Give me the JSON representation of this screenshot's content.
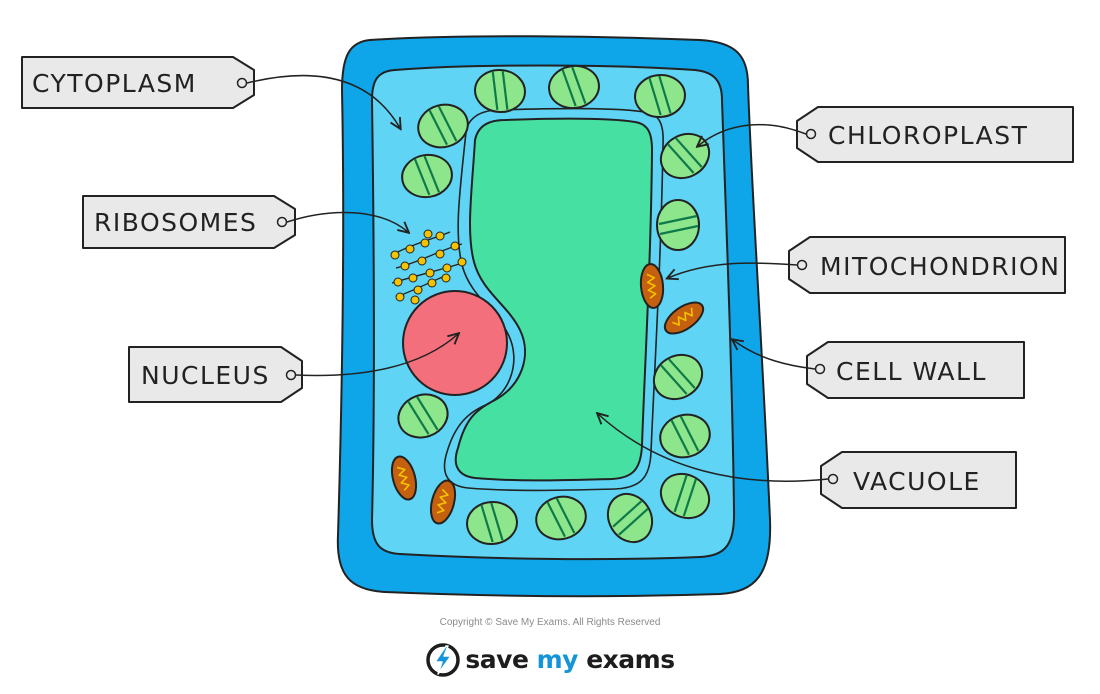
{
  "labels": {
    "cytoplasm": "CYTOPLASM",
    "chloroplast": "CHLOROPLAST",
    "ribosomes": "RIBOSOMES",
    "mitochondrion": "MITOCHONDRION",
    "nucleus": "NUCLEUS",
    "cell_wall": "CELL WALL",
    "vacuole": "VACUOLE"
  },
  "footer": {
    "copyright": "Copyright © Save My Exams. All Rights Reserved",
    "logo_word_1": "save",
    "logo_word_2": "my",
    "logo_word_3": "exams"
  },
  "colors": {
    "cell_wall": "#0ea5e9",
    "cytoplasm": "#5fd4f5",
    "vacuole": "#47e0a3",
    "nucleus": "#f26f7b",
    "chloroplast": "#8de58c",
    "mitochondrion": "#c4600f",
    "ribosome": "#f5c200",
    "tag": "#e9e9e9",
    "brand": "#1595d8"
  }
}
